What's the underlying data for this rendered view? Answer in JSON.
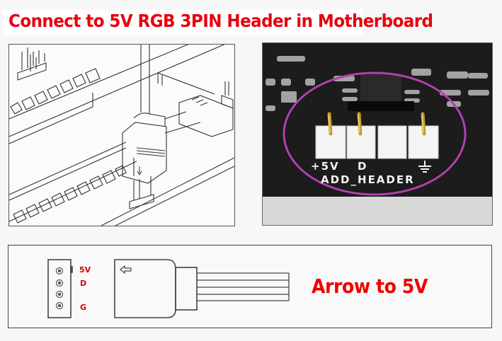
{
  "title": "Connect to 5V RGB 3PIN Header in Motherboard",
  "illustration": {
    "description": "Line drawing of ARGB connector being plugged onto motherboard 3-pin header",
    "arrow_icon": "down-arrow-icon"
  },
  "photo": {
    "pin_labels": [
      "+5V",
      "D",
      "",
      "ground-symbol"
    ],
    "pin_label_5v": "+5V",
    "pin_label_d": "D",
    "ground_icon": "ground-icon",
    "header_name": "ADD_HEADER",
    "highlight_color": "#b040b0"
  },
  "connector_diagram": {
    "pins": [
      {
        "label": "5V"
      },
      {
        "label": "D"
      },
      {
        "label": ""
      },
      {
        "label": "G"
      }
    ],
    "plug_arrow_icon": "left-arrow-icon",
    "wire_count": 4,
    "instruction": "Arrow to 5V"
  },
  "colors": {
    "title_red": "#e8000c",
    "label_red": "#d40000"
  }
}
